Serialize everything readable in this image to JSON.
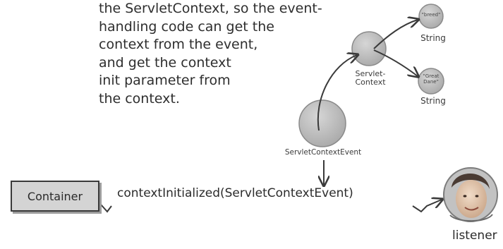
{
  "explanation_lines": [
    "the ServletContext, so the event-",
    "handling code can get the",
    "context from the event,",
    "and get the context",
    "init parameter from",
    "the context."
  ],
  "nodes": {
    "param_name": {
      "text": "\"breed\"",
      "label": "String"
    },
    "param_value": {
      "text": "\"Great Dane\"",
      "label": "String"
    },
    "servlet_context": {
      "label_line1": "Servlet-",
      "label_line2": "Context"
    },
    "event": {
      "label": "ServletContextEvent"
    },
    "container": {
      "label": "Container"
    },
    "listener": {
      "label": "listener"
    }
  },
  "call": {
    "label": "contextInitialized(ServletContextEvent)"
  },
  "colors": {
    "circle_fill": "#b9b9b9",
    "circle_stroke": "#8a8a8a",
    "arrow": "#3a3a3a",
    "container_fill": "#d4d4d4"
  }
}
